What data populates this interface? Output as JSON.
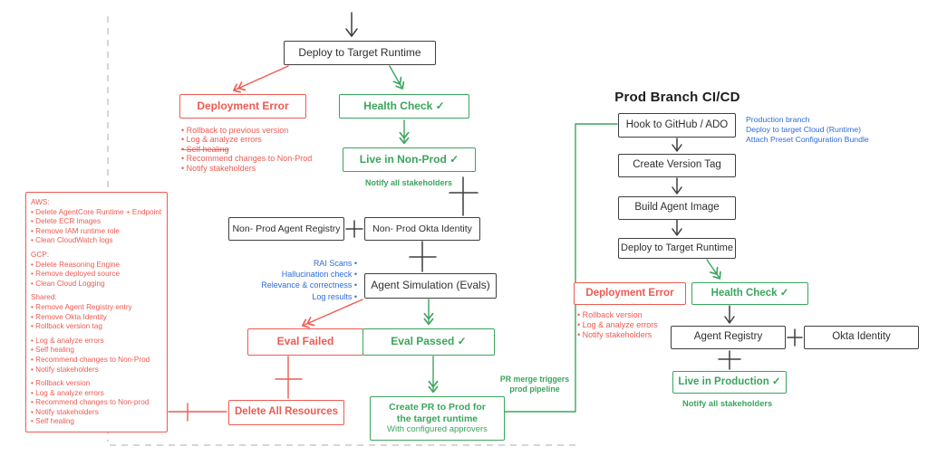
{
  "colors": {
    "ink": "#3f3f3f",
    "red": "#ee5a52",
    "green": "#3aa55c",
    "blue": "#2e6bd8",
    "dash": "#c9c9c9"
  },
  "nonprod_flow": {
    "deploy_label": "Deploy to Target Runtime",
    "deployment_error_label": "Deployment Error",
    "deployment_error_notes": [
      {
        "text": "Rollback to previous version"
      },
      {
        "text": "Log & analyze errors"
      },
      {
        "text": "Self healing",
        "strike": true
      },
      {
        "text": "Recommend changes to Non-Prod"
      },
      {
        "text": "Notify stakeholders"
      }
    ],
    "health_check_label": "Health Check ✓",
    "live_label": "Live in Non-Prod ✓",
    "live_note": "Notify all stakeholders",
    "agent_registry_label": "Non- Prod Agent Registry",
    "okta_label": "Non- Prod Okta Identity",
    "agent_sim_label": "Agent Simulation (Evals)",
    "eval_labels": [
      "RAI Scans",
      "Hallucination check",
      "Relevance & correctness",
      "Log results"
    ],
    "eval_failed_label": "Eval Failed",
    "eval_passed_label": "Eval Passed ✓",
    "delete_all_label": "Delete All Resources",
    "create_pr_line1": "Create PR to Prod for",
    "create_pr_line2": "the target runtime",
    "create_pr_line3": "With configured approvers",
    "pr_merge_note_line1": "PR merge triggers",
    "pr_merge_note_line2": "prod pipeline"
  },
  "cleanup_panel": {
    "items": [
      {
        "text": "AWS:",
        "heading": true
      },
      {
        "text": "Delete AgentCore Runtime + Endpoint"
      },
      {
        "text": "Delete ECR images"
      },
      {
        "text": "Remove IAM runtime role"
      },
      {
        "text": "Clean CloudWatch logs"
      },
      {
        "text": "GCP:",
        "heading": true,
        "gap": true
      },
      {
        "text": "Delete Reasoning Engine"
      },
      {
        "text": "Remove deployed source"
      },
      {
        "text": "Clean Cloud Logging"
      },
      {
        "text": "Shared:",
        "heading": true,
        "gap": true
      },
      {
        "text": "Remove Agent Registry entry"
      },
      {
        "text": "Remove Okta Identity"
      },
      {
        "text": "Rollback version tag"
      },
      {
        "text": "Log & analyze errors",
        "gap": true
      },
      {
        "text": "Self healing"
      },
      {
        "text": "Recommend changes to Non-Prod"
      },
      {
        "text": "Notify stakeholders"
      },
      {
        "text": "Rollback version",
        "gap": true
      },
      {
        "text": "Log & analyze errors"
      },
      {
        "text": "Recommend changes to Non-prod"
      },
      {
        "text": "Notify stakeholders"
      },
      {
        "text": "Self healing"
      }
    ]
  },
  "prod_flow": {
    "title": "Prod Branch CI/CD",
    "hook_label": "Hook to GitHub / ADO",
    "hook_notes": [
      "Production branch",
      "Deploy to target Cloud (Runtime)",
      "Attach Preset Configuration Bundle"
    ],
    "version_tag_label": "Create Version Tag",
    "build_image_label": "Build Agent Image",
    "deploy_label": "Deploy to Target Runtime",
    "deployment_error_label": "Deployment Error",
    "deployment_error_notes": [
      {
        "text": "Rollback version"
      },
      {
        "text": "Log & analyze errors"
      },
      {
        "text": "Notify stakeholders"
      }
    ],
    "health_check_label": "Health Check ✓",
    "agent_registry_label": "Agent Registry",
    "okta_label": "Okta Identity",
    "live_label": "Live in Production ✓",
    "live_note": "Notify all stakeholders"
  }
}
